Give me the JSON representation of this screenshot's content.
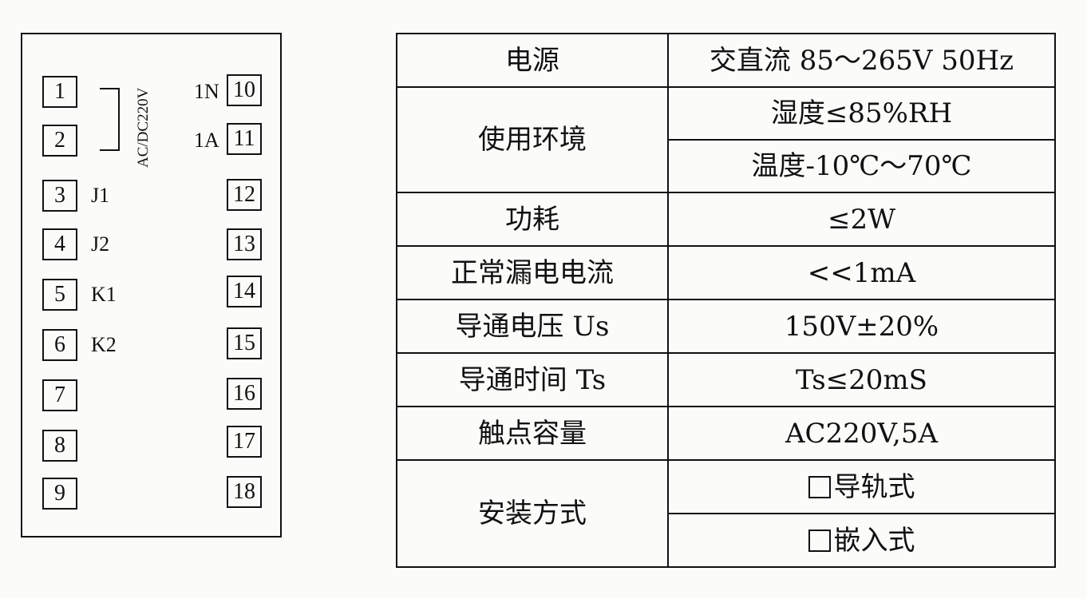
{
  "diagram": {
    "supply_label": "AC/DC220V",
    "left_terminals": [
      {
        "num": "1",
        "label": ""
      },
      {
        "num": "2",
        "label": ""
      },
      {
        "num": "3",
        "label": "J1"
      },
      {
        "num": "4",
        "label": "J2"
      },
      {
        "num": "5",
        "label": "K1"
      },
      {
        "num": "6",
        "label": "K2"
      },
      {
        "num": "7",
        "label": ""
      },
      {
        "num": "8",
        "label": ""
      },
      {
        "num": "9",
        "label": ""
      }
    ],
    "right_terminals": [
      {
        "num": "10",
        "label": "1N"
      },
      {
        "num": "11",
        "label": "1A"
      },
      {
        "num": "12",
        "label": ""
      },
      {
        "num": "13",
        "label": ""
      },
      {
        "num": "14",
        "label": ""
      },
      {
        "num": "15",
        "label": ""
      },
      {
        "num": "16",
        "label": ""
      },
      {
        "num": "17",
        "label": ""
      },
      {
        "num": "18",
        "label": ""
      }
    ]
  },
  "spec_table": {
    "rows": [
      {
        "name": "电源",
        "values": [
          "交直流 85～265V 50Hz"
        ]
      },
      {
        "name": "使用环境",
        "values": [
          "湿度≤85%RH",
          "温度-10℃～70℃"
        ]
      },
      {
        "name": "功耗",
        "values": [
          "≤2W"
        ]
      },
      {
        "name": "正常漏电电流",
        "values": [
          "<<1mA"
        ]
      },
      {
        "name": "导通电压 Us",
        "values": [
          "150V±20%"
        ]
      },
      {
        "name": "导通时间 Ts",
        "values": [
          "Ts≤20mS"
        ]
      },
      {
        "name": "触点容量",
        "values": [
          "AC220V,5A"
        ]
      },
      {
        "name": "安装方式",
        "values": [
          "导轨式",
          "嵌入式"
        ]
      }
    ]
  }
}
